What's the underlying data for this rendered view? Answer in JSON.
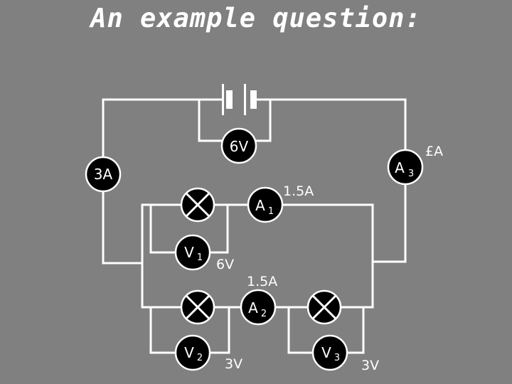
{
  "title": "An example question:",
  "battery": {
    "name": "battery",
    "voltmeter_reading": "6V"
  },
  "meters": [
    {
      "id": "ammeter-main",
      "label": "3A",
      "sub": ""
    },
    {
      "id": "ammeter-a3",
      "label": "A",
      "sub": "3"
    },
    {
      "id": "ammeter-a1",
      "label": "A",
      "sub": "1"
    },
    {
      "id": "ammeter-a2",
      "label": "A",
      "sub": "2"
    },
    {
      "id": "voltmeter-v1",
      "label": "V",
      "sub": "1"
    },
    {
      "id": "voltmeter-v2",
      "label": "V",
      "sub": "2"
    },
    {
      "id": "voltmeter-v3",
      "label": "V",
      "sub": "3"
    }
  ],
  "readings": {
    "a3": "£A",
    "a1": "1.5A",
    "a2": "1.5A",
    "v1": "6V",
    "v2": "3V",
    "v3": "3V"
  },
  "colors": {
    "background": "#808080",
    "wire": "#ffffff",
    "meter_fill": "#000000"
  }
}
